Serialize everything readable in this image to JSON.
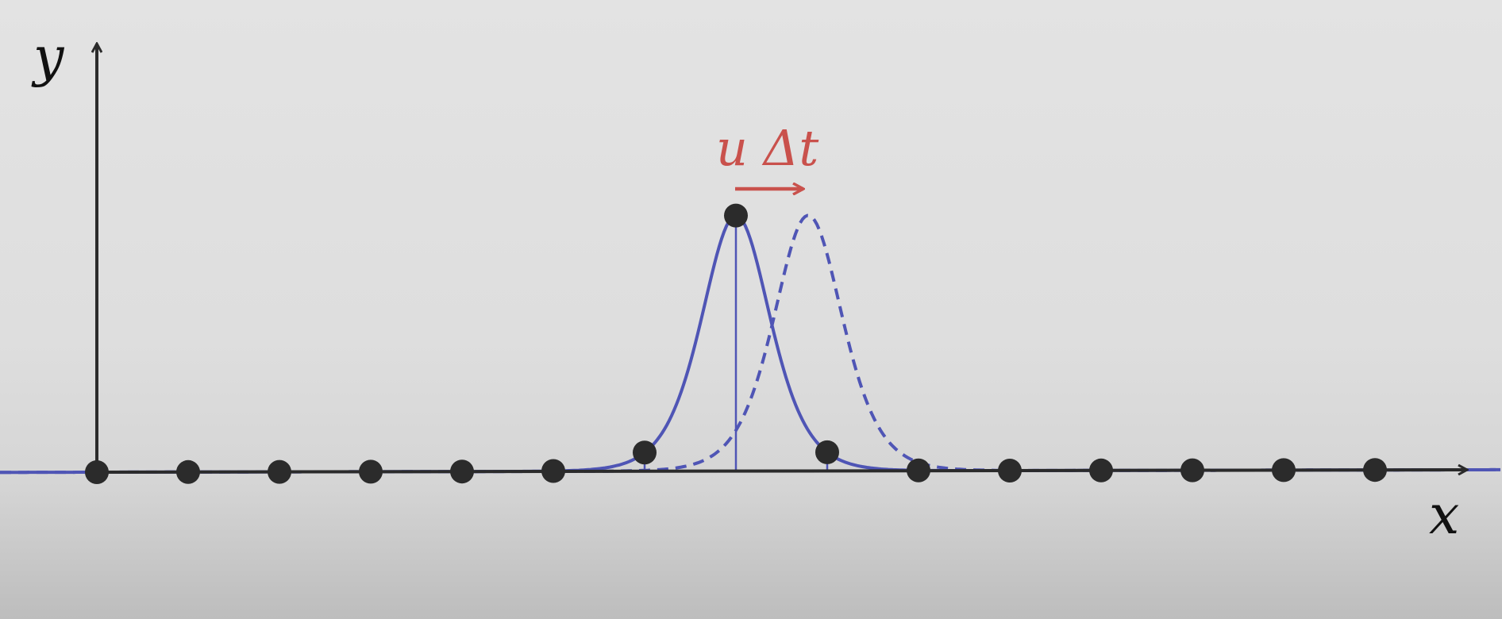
{
  "labels": {
    "y_axis": "y",
    "x_axis": "x",
    "shift": "u Δt"
  },
  "colors": {
    "background": "#dedede",
    "axis": "#2b2b2b",
    "curve": "#4f55b5",
    "shift_arrow": "#c9514c",
    "node": "#2b2b2b"
  },
  "wave": {
    "shape": "sech-squared pulse",
    "current_peak_node_index": 7,
    "shifted_by": "u Δt",
    "current_style": "solid",
    "shifted_style": "dashed"
  },
  "nodes": {
    "count": 15,
    "displaced": [
      {
        "index": 6,
        "displacement_fraction": 0.12
      },
      {
        "index": 7,
        "displacement_fraction": 1.0
      },
      {
        "index": 8,
        "displacement_fraction": 0.12
      },
      {
        "index": 5,
        "displacement_fraction": 0.03
      },
      {
        "index": 9,
        "displacement_fraction": 0.02
      }
    ]
  }
}
